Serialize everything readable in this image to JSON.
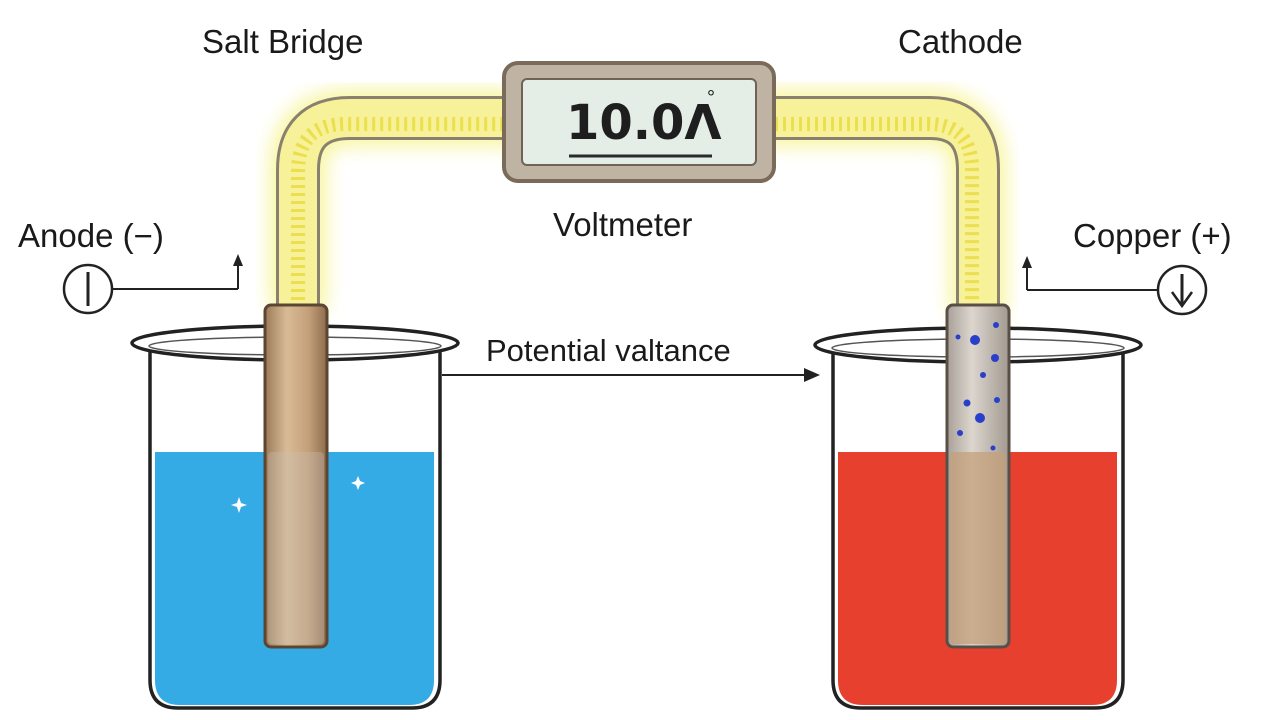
{
  "labels": {
    "salt_bridge": "Salt Bridge",
    "cathode": "Cathode",
    "voltmeter": "Voltmeter",
    "anode": "Anode (−)",
    "copper": "Copper (+)",
    "potential": "Potential valtance"
  },
  "voltmeter": {
    "reading": "10.0Λ",
    "degree_mark": "°"
  },
  "colors": {
    "left_solution": "#35ABE5",
    "right_solution": "#E8402F",
    "bridge_glow": "#F3EE5A",
    "electrode": "#C4A07A",
    "lcd_screen": "#E4EDE6",
    "meter_frame": "#7A6A5A"
  },
  "icons": {
    "anode_terminal": "circle-vertical-bar-icon",
    "copper_terminal": "circle-down-arrow-icon"
  }
}
